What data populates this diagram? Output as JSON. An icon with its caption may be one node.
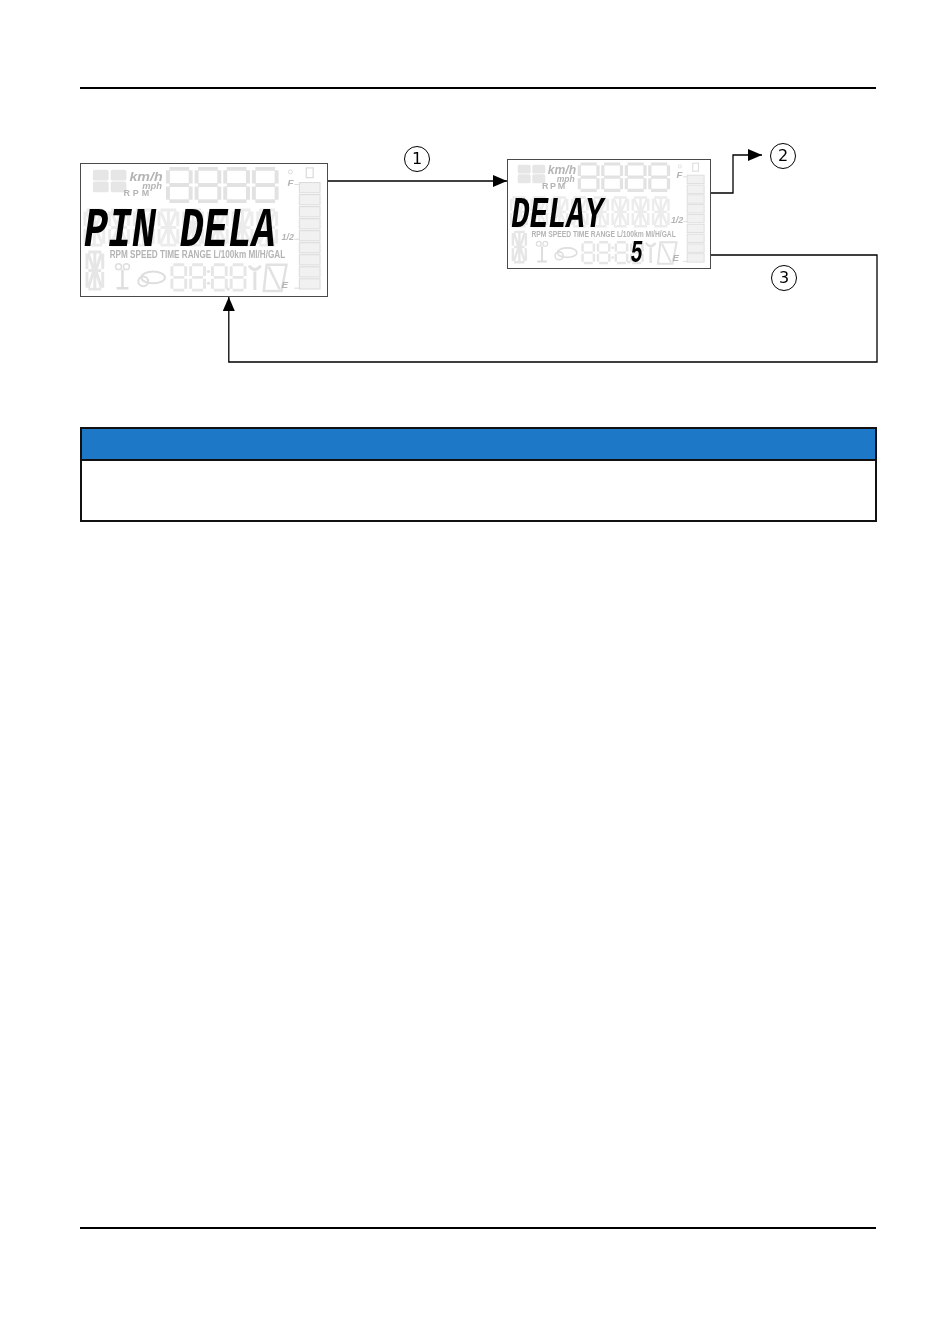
{
  "diagram": {
    "nodes": [
      {
        "text": [
          "km/h",
          "mph",
          "RPM",
          "F",
          "PIN DELA",
          "1/2",
          "RPM SPEED TIME RANGE L/100km MI/H/GAL",
          "E"
        ]
      },
      {
        "text": [
          "km/h",
          "mph",
          "RPM",
          "F",
          "DELAY",
          "1/2",
          "RPM SPEED TIME RANGE L/100km MI/H/GAL",
          "5",
          "E"
        ]
      }
    ],
    "edges": [
      {
        "from": 0,
        "to": 1,
        "arrow": "to",
        "label": "1"
      },
      {
        "from": 1,
        "to": null,
        "arrow": "to",
        "label": "2"
      },
      {
        "from": 1,
        "to": 0,
        "arrow": "to",
        "label": "3"
      }
    ]
  }
}
